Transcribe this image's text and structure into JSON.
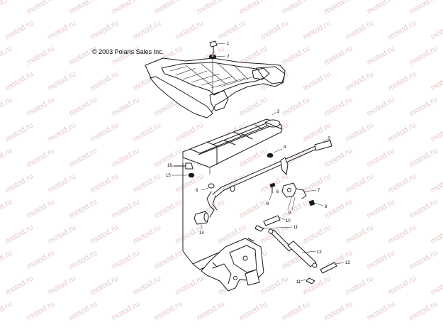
{
  "copyright": "© 2003 Polaris Sales Inc.",
  "watermark_text": "motod.ru",
  "callouts": [
    "1",
    "2",
    "3",
    "4",
    "5",
    "6",
    "7",
    "8",
    "9",
    "10",
    "11",
    "12",
    "13",
    "14",
    "15",
    "16",
    "11",
    "8",
    "6"
  ]
}
